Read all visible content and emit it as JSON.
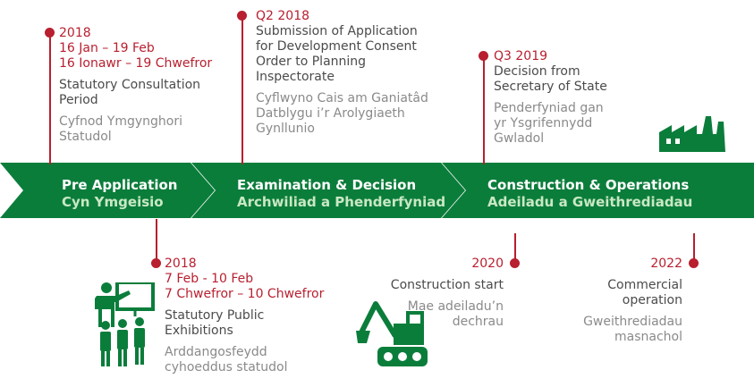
{
  "colors": {
    "banner_green": "#0b7d3b",
    "accent_red": "#b81f2f",
    "text_grey": "#4b4b4b",
    "welsh_grey": "#8a8a8a"
  },
  "stages": [
    {
      "en": "Pre Application",
      "cy": "Cyn Ymgeisio"
    },
    {
      "en": "Examination & Decision",
      "cy": "Archwiliad a Phenderfyniad"
    },
    {
      "en": "Construction & Operations",
      "cy": "Adeiladu a Gweithrediadau"
    }
  ],
  "events_top": [
    {
      "year": "2018",
      "dates": [
        "16 Jan – 19 Feb",
        "16 Ionawr – 19 Chwefror"
      ],
      "en": [
        "Statutory Consultation",
        "Period"
      ],
      "cy": [
        "Cyfnod Ymgynghori",
        "Statudol"
      ]
    },
    {
      "year": "Q2 2018",
      "dates": [],
      "en": [
        "Submission of Application",
        "for Development Consent",
        "Order to Planning",
        "Inspectorate"
      ],
      "cy": [
        "Cyflwyno Cais am Ganiatâd",
        "Datblygu i’r Arolygiaeth",
        "Gynllunio"
      ]
    },
    {
      "year": "Q3 2019",
      "dates": [],
      "en": [
        "Decision from",
        "Secretary of State"
      ],
      "cy": [
        "Penderfyniad gan",
        "yr Ysgrifennydd",
        "Gwladol"
      ]
    }
  ],
  "events_bottom": [
    {
      "year": "2018",
      "dates": [
        "7 Feb - 10 Feb",
        "7 Chwefror – 10 Chwefror"
      ],
      "en": [
        "Statutory Public",
        "Exhibitions"
      ],
      "cy": [
        "Arddangosfeydd",
        "cyhoeddus statudol"
      ]
    },
    {
      "year": "2020",
      "dates": [],
      "en": [
        "Construction start"
      ],
      "cy": [
        "Mae adeiladu’n",
        "dechrau"
      ]
    },
    {
      "year": "2022",
      "dates": [],
      "en": [
        "Commercial",
        "operation"
      ],
      "cy": [
        "Gweithrediadau",
        "masnachol"
      ]
    }
  ],
  "icons": [
    "factory-icon",
    "presentation-icon",
    "excavator-icon"
  ]
}
